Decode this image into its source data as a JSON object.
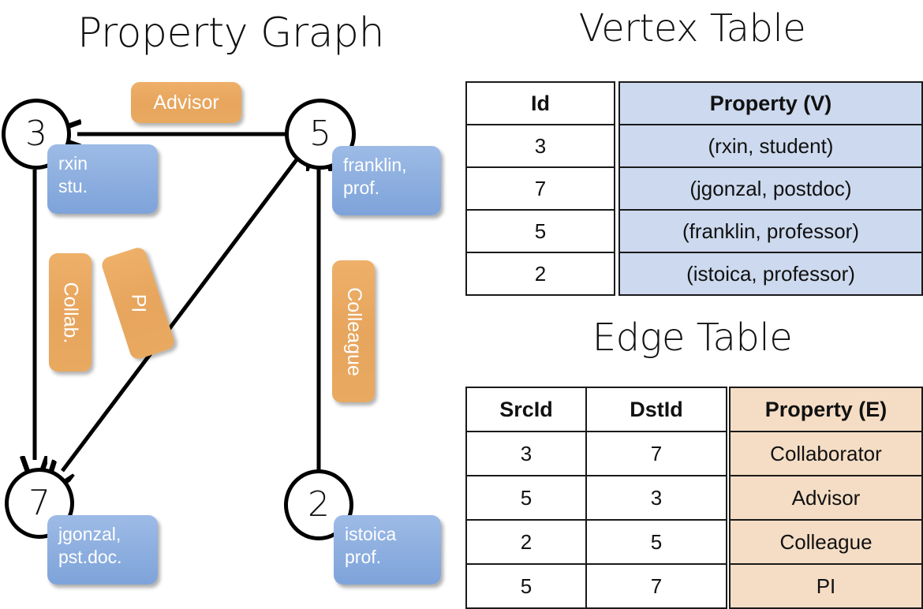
{
  "titles": {
    "property_graph": "Property Graph",
    "vertex_table": "Vertex Table",
    "edge_table": "Edge Table"
  },
  "colors": {
    "vertex_property_fill": "#ccd9ee",
    "edge_property_fill": "#f5ddc5",
    "node_box_fill": "#8fb0e0",
    "edge_label_fill": "#e7a55d",
    "stroke": "#000000"
  },
  "graph": {
    "nodes": [
      {
        "id": "3",
        "property": "rxin\nstu.",
        "line1": "rxin",
        "line2": "stu."
      },
      {
        "id": "5",
        "property": "franklin, prof.",
        "line1": "franklin,",
        "line2": "prof."
      },
      {
        "id": "7",
        "property": "jgonzal, pst.doc.",
        "line1": "jgonzal,",
        "line2": "pst.doc."
      },
      {
        "id": "2",
        "property": "istoica prof.",
        "line1": "istoica",
        "line2": "prof."
      }
    ],
    "edge_labels": [
      {
        "name": "advisor",
        "text": "Advisor"
      },
      {
        "name": "collab",
        "text": "Collab."
      },
      {
        "name": "pi",
        "text": "PI"
      },
      {
        "name": "colleague",
        "text": "Colleague"
      }
    ],
    "edges": [
      {
        "from": "5",
        "to": "3",
        "label": "Advisor"
      },
      {
        "from": "3",
        "to": "7",
        "label": "Collab."
      },
      {
        "from": "5",
        "to": "7",
        "label": "PI"
      },
      {
        "from": "2",
        "to": "5",
        "label": "Colleague"
      }
    ]
  },
  "vertex_table": {
    "headers": [
      "Id",
      "Property (V)"
    ],
    "rows": [
      {
        "id": "3",
        "property": "(rxin, student)"
      },
      {
        "id": "7",
        "property": "(jgonzal, postdoc)"
      },
      {
        "id": "5",
        "property": "(franklin, professor)"
      },
      {
        "id": "2",
        "property": "(istoica, professor)"
      }
    ]
  },
  "edge_table": {
    "headers": [
      "SrcId",
      "DstId",
      "Property (E)"
    ],
    "rows": [
      {
        "src": "3",
        "dst": "7",
        "property": "Collaborator"
      },
      {
        "src": "5",
        "dst": "3",
        "property": "Advisor"
      },
      {
        "src": "2",
        "dst": "5",
        "property": "Colleague"
      },
      {
        "src": "5",
        "dst": "7",
        "property": "PI"
      }
    ]
  }
}
